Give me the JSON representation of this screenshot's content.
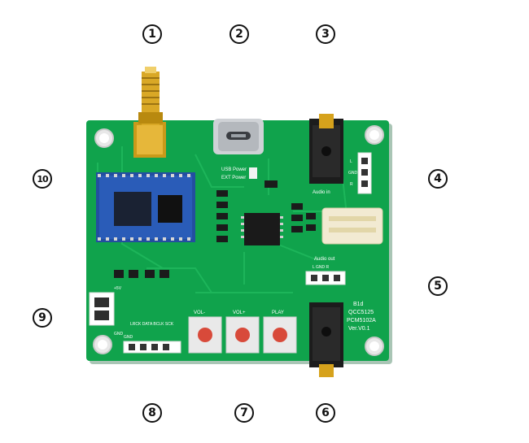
{
  "callouts": {
    "c1": "1",
    "c2": "2",
    "c3": "3",
    "c4": "4",
    "c5": "5",
    "c6": "6",
    "c7": "7",
    "c8": "8",
    "c9": "9",
    "c10": "10"
  },
  "silkscreen": {
    "usb_power": "USB Power",
    "ext_power": "EXT Power",
    "audio_in": "Audio in",
    "audio_in_pin_l": "L",
    "audio_in_pin_gnd": "GND",
    "audio_in_pin_r": "R",
    "audio_out": "Audio out",
    "audio_out_pins": "L  GND  R",
    "board_name": "B1d",
    "chip_bt": "QCC5125",
    "chip_dac": "PCM5102A",
    "version": "Ver.V0.1",
    "plus5v": "+5V",
    "gnd_left": "GND",
    "i2s_header": "LRCK DATA BCLK SCK",
    "gnd_bottom": "GND",
    "btn_left": "VOL-",
    "btn_mid": "VOL+",
    "btn_right": "PLAY"
  },
  "colors": {
    "pcb_green": "#10a34c",
    "pcb_dark": "#0b7e39",
    "trace": "#1fb85c",
    "gold": "#d4a017",
    "button_red": "#d84a3a"
  }
}
